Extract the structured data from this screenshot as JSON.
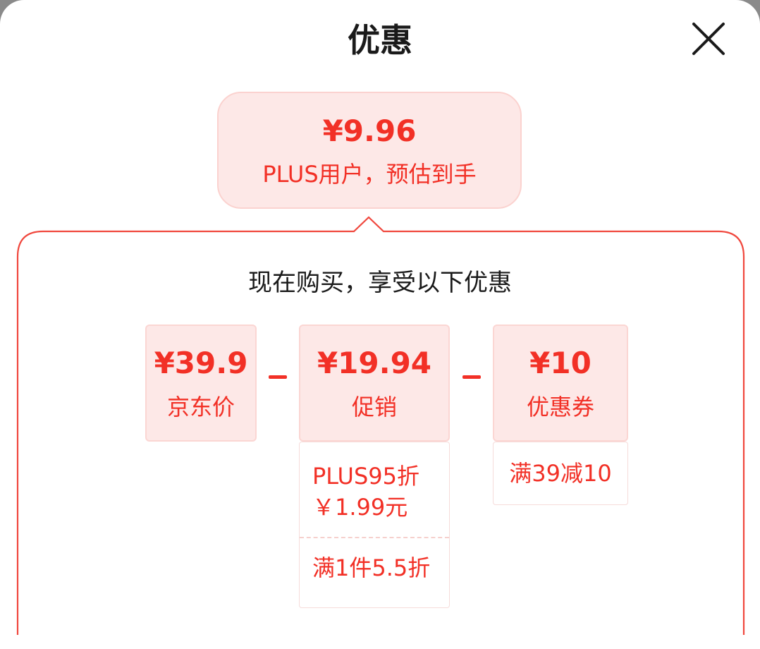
{
  "title": "优惠",
  "summary": {
    "price": "¥9.96",
    "note": "PLUS用户，预估到手"
  },
  "heading": "现在购买，享受以下优惠",
  "cards": [
    {
      "amount": "¥39.9",
      "label": "京东价"
    },
    {
      "amount": "¥19.94",
      "label": "促销"
    },
    {
      "amount": "¥10",
      "label": "优惠券"
    }
  ],
  "promo_details": {
    "line1": "PLUS95折",
    "line2": "￥1.99元",
    "line3": "满1件5.5折"
  },
  "coupon_details": {
    "line1": "满39减10"
  },
  "colors": {
    "accent": "#f23026",
    "card_bg": "#fde8e7",
    "panel_border": "#f0473d"
  }
}
